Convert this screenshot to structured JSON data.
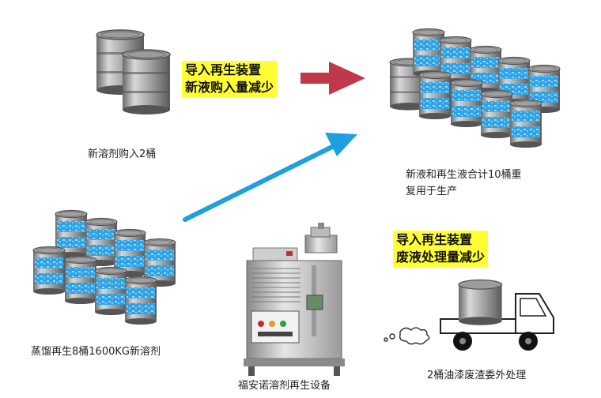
{
  "labels": {
    "new_solvent": "新溶剂购入2桶",
    "combined_line1": "新液和再生液合计10桶重",
    "combined_line2": "复用于生产",
    "distilled": "蒸馏再生8桶1600KG新溶剂",
    "equipment": "福安诺溶剂再生设备",
    "waste": "2桶油漆废渣委外处理"
  },
  "callouts": {
    "top": {
      "line1": "导入再生装置",
      "line2": "新液购入量减少"
    },
    "bottom": {
      "line1": "导入再生装置",
      "line2": "废液处理量减少"
    }
  },
  "colors": {
    "highlight": "#ffff33",
    "red_arrow": "#c0394b",
    "blue_arrow": "#1e9fe0",
    "drum_label_blue": "#2ea3e6"
  }
}
